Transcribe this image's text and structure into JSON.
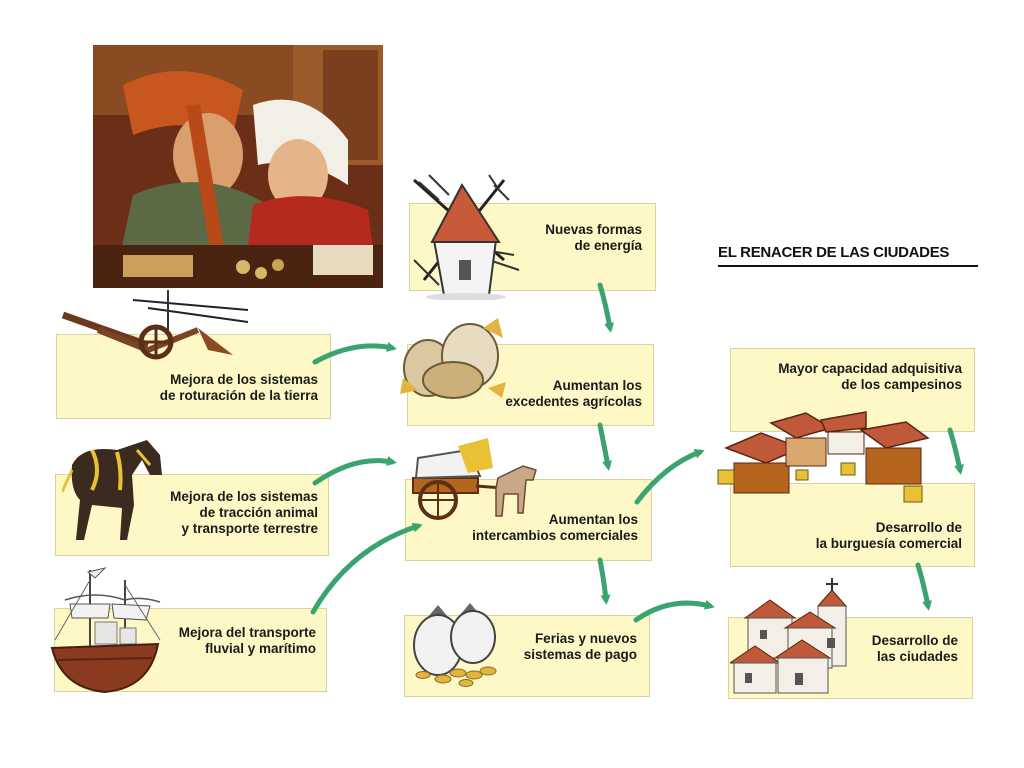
{
  "title": "EL RENACER DE LAS CIUDADES",
  "nodes": {
    "energia": {
      "lines": [
        "Nuevas formas",
        "de energía"
      ],
      "icon": "windmill-icon"
    },
    "roturacion": {
      "lines": [
        "Mejora de los sistemas",
        "de roturación de la tierra"
      ],
      "icon": "plough-icon"
    },
    "excedentes": {
      "lines": [
        "Aumentan los",
        "excedentes agrícolas"
      ],
      "icon": "grain-sacks-icon"
    },
    "traccion": {
      "lines": [
        "Mejora de los sistemas",
        "de tracción animal",
        "y transporte terrestre"
      ],
      "icon": "horse-icon"
    },
    "intercambios": {
      "lines": [
        "Aumentan los",
        "intercambios comerciales"
      ],
      "icon": "horse-cart-icon"
    },
    "fluvial": {
      "lines": [
        "Mejora del transporte",
        "fluvial y marítimo"
      ],
      "icon": "ship-icon"
    },
    "ferias": {
      "lines": [
        "Ferias y nuevos",
        "sistemas de pago"
      ],
      "icon": "money-bags-icon"
    },
    "capacidad": {
      "lines": [
        "Mayor capacidad adquisitiva",
        "de los campesinos"
      ],
      "icon": "market-stalls-icon"
    },
    "burguesia": {
      "lines": [
        "Desarrollo de",
        "la burguesía comercial"
      ]
    },
    "ciudades": {
      "lines": [
        "Desarrollo de",
        "las ciudades"
      ],
      "icon": "town-icon"
    }
  },
  "colors": {
    "box": "#fdf8c5",
    "arrow": "#3aa36e",
    "text": "#1a1a1a"
  }
}
